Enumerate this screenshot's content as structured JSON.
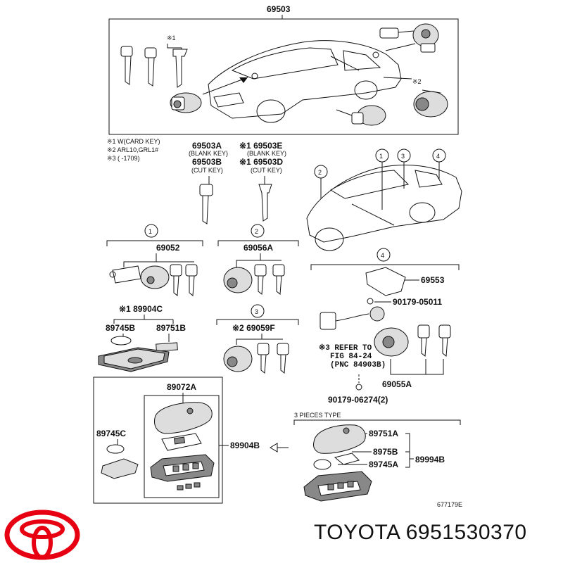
{
  "top": {
    "label": "69503"
  },
  "notes": {
    "n1": "※1 W(CARD KEY)",
    "n2": "※2  ARL10,GRL1#",
    "n3": "※3  (      -1709)"
  },
  "keys": {
    "a_num": "69503A",
    "a_sub": "(BLANK KEY)",
    "b_num": "69503B",
    "b_sub": "(CUT KEY)",
    "e_num": "※1 69503E",
    "e_sub": "(BLANK KEY)",
    "d_num": "※1 69503D",
    "d_sub": "(CUT KEY)",
    "star1": "※1"
  },
  "callouts": {
    "c1": "1",
    "c2": "2",
    "c3": "3",
    "c4": "4"
  },
  "parts": {
    "p69052": "69052",
    "p69056A": "69056A",
    "p69553": "69553",
    "p90179_05011": "90179-05011",
    "p89904C": "※1 89904C",
    "p89745B": "89745B",
    "p89751B": "89751B",
    "p69059F": "※2 69059F",
    "refer1": "※3 REFER TO",
    "refer2": "FIG 84-24",
    "refer3": "(PNC 84903B)",
    "p69055A": "69055A",
    "p90179_06274": "90179-06274(2)",
    "p89072A": "89072A",
    "p89745C": "89745C",
    "p89904B": "89904B",
    "three_pieces": "3 PIECES TYPE",
    "p89751A": "89751A",
    "p8975B": "8975B",
    "p89745A": "89745A",
    "p89994B": "89994B"
  },
  "diagram_code": "677179E",
  "brand": {
    "text": "TOYOTA 6951530370",
    "logo_color": "#e60012"
  }
}
